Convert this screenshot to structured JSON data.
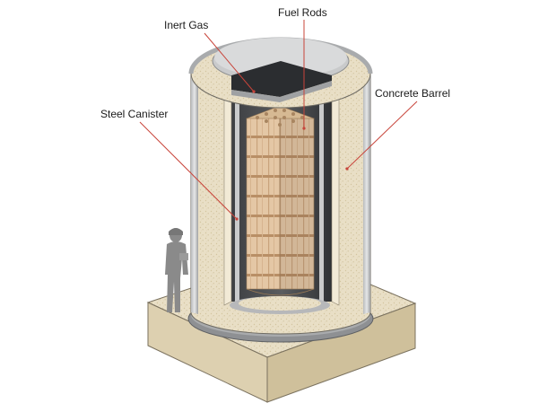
{
  "diagram": {
    "labels": {
      "inert_gas": "Inert Gas",
      "fuel_rods": "Fuel Rods",
      "concrete_barrel": "Concrete Barrel",
      "steel_canister": "Steel Canister"
    }
  },
  "colors": {
    "leader_line": "#c8443a",
    "concrete": "#e8dcc2",
    "steel": "#c9cacb",
    "fuel_assembly": "#e3c6a4",
    "person": "#8a8a8a"
  }
}
